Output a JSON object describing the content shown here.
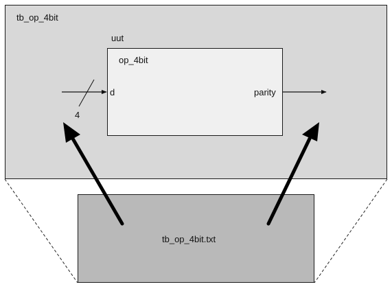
{
  "testbench": {
    "label": "tb_op_4bit"
  },
  "instance": {
    "label": "uut"
  },
  "module": {
    "label": "op_4bit"
  },
  "ports": {
    "input_label": "d",
    "bus_width": "4",
    "output_label": "parity"
  },
  "file": {
    "label": "tb_op_4bit.txt"
  }
}
